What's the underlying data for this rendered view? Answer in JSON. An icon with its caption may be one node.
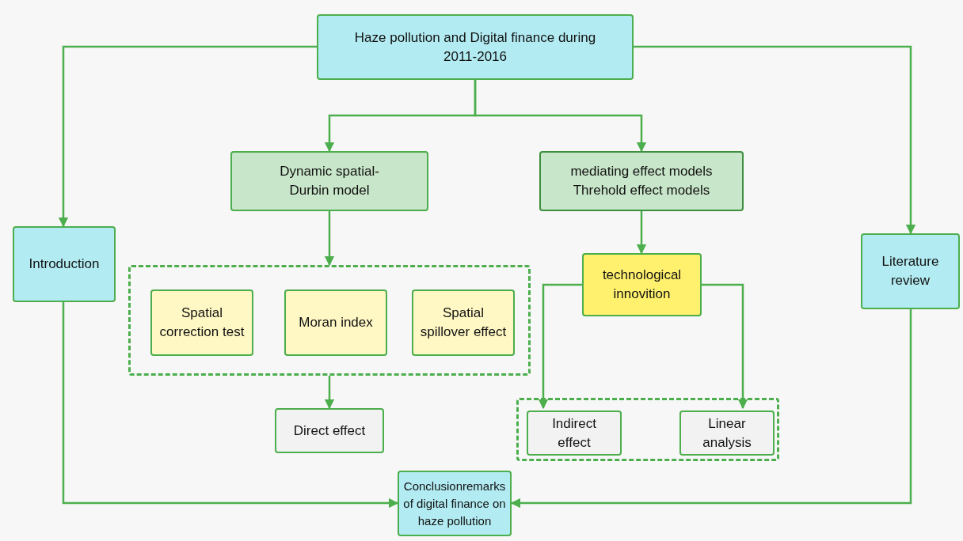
{
  "diagram": {
    "nodes": [
      {
        "text": [
          "Haze pollution and Digital finance during 2011-2016"
        ]
      },
      {
        "text": [
          "Introduction"
        ]
      },
      {
        "text": [
          "Dynamic spatial- Durbin model"
        ]
      },
      {
        "text": [
          "mediating effect models",
          "Threhold effect models"
        ]
      },
      {
        "text": [
          "Literature review"
        ]
      },
      {
        "text": [],
        "shape": "box"
      },
      {
        "text": [
          "Spatial correction test"
        ],
        "in": 5
      },
      {
        "text": [
          "Moran index"
        ],
        "in": 5
      },
      {
        "text": [
          "Spatial spillover effect"
        ],
        "in": 5
      },
      {
        "text": [
          "technological innovition"
        ]
      },
      {
        "text": [
          "Direct effect"
        ]
      },
      {
        "text": [],
        "shape": "box"
      },
      {
        "text": [
          "Indirect effect"
        ],
        "in": 11
      },
      {
        "text": [
          "Linear analysis"
        ],
        "in": 11
      },
      {
        "text": [
          "Conclusionremarks of digital finance on haze pollution"
        ]
      }
    ],
    "edges": [
      {
        "from": 0,
        "to": 1,
        "arrow": "to"
      },
      {
        "from": 0,
        "to": 4,
        "arrow": "to"
      },
      {
        "from": 0,
        "to": 2,
        "arrow": "to"
      },
      {
        "from": 0,
        "to": 3,
        "arrow": "to"
      },
      {
        "from": 2,
        "to": 5,
        "arrow": "to"
      },
      {
        "from": 3,
        "to": 9,
        "arrow": "to"
      },
      {
        "from": 9,
        "to": 12,
        "arrow": "to"
      },
      {
        "from": 9,
        "to": 13,
        "arrow": "to"
      },
      {
        "from": 5,
        "to": 10,
        "arrow": "to"
      },
      {
        "from": 1,
        "to": 14,
        "arrow": "to"
      },
      {
        "from": 4,
        "to": 14,
        "arrow": "to"
      }
    ]
  }
}
